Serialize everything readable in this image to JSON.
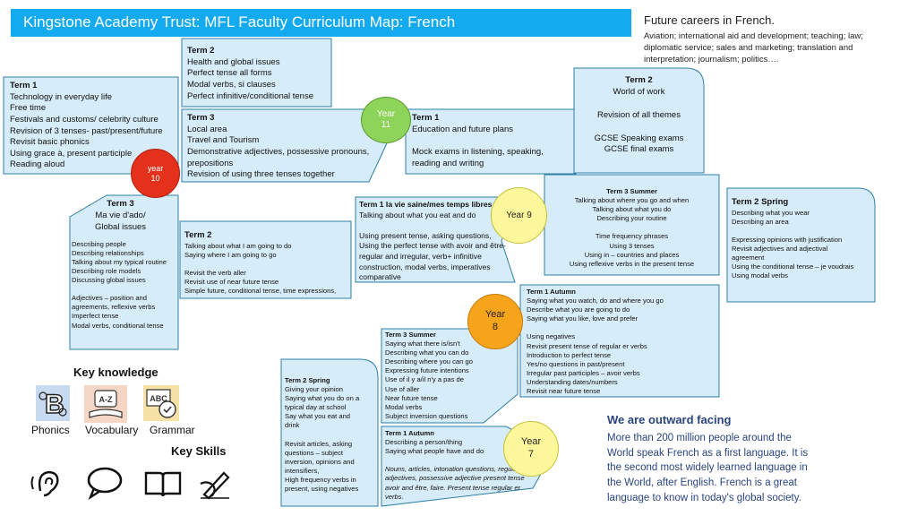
{
  "title": "Kingstone Academy Trust: MFL Faculty Curriculum Map: French",
  "careers": {
    "title": "Future careers in French.",
    "lines": [
      "Aviation;  international aid and development; teaching; law;",
      "diplomatic service; sales and marketing; translation and",
      "interpretation; journalism; politics…."
    ]
  },
  "colors": {
    "title_bar": "#14aaf0",
    "box_fill": "#d6ecf8",
    "box_border": "#2e7ea8",
    "year_green": "#8ed35a",
    "year_orange": "#f7a41d",
    "year_red": "#e3311c",
    "year_yellow": "#fdf79c",
    "outward_text": "#2a4480"
  },
  "year10": {
    "circle": [
      "year",
      "10"
    ],
    "term1": {
      "heading": "Term 1",
      "lines": [
        "Technology in everyday life",
        "Free time",
        "Festivals and customs/ celebrity culture",
        "Revision of 3 tenses- past/present/future",
        "Revisit basic phonics",
        "Using grace à, present participle",
        "Reading aloud"
      ]
    },
    "term2": {
      "heading": "Term 2",
      "lines": [
        "Health and global issues",
        "Perfect tense all forms",
        "Modal verbs, si clauses",
        "Perfect infinitive/conditional tense"
      ]
    },
    "term3": {
      "heading": "Term 3",
      "lines": [
        "Local area",
        "Travel and Tourism",
        "Demonstrative adjectives, possessive pronouns,",
        "prepositions",
        "Revision of using three tenses together"
      ]
    }
  },
  "year11": {
    "circle": [
      "Year",
      "11"
    ],
    "term1": {
      "heading": "Term 1",
      "lines": [
        "Education and future plans",
        "",
        "Mock exams in listening, speaking,",
        "reading and writing"
      ]
    },
    "term2": {
      "heading": "Term 2",
      "lines": [
        "World of work",
        "",
        "Revision of all themes",
        "",
        "GCSE Speaking exams",
        "GCSE final exams"
      ]
    }
  },
  "year9": {
    "circle": [
      "Year 9"
    ],
    "term1": {
      "heading": "Term 1 la vie saine/mes temps libres",
      "lines": [
        "Talking about what you eat and do",
        "",
        "Using present tense, asking questions,",
        "Using the perfect tense with avoir and être-",
        "regular and irregular, verb+ infinitive",
        "construction, modal verbs, imperatives",
        "comparative"
      ]
    },
    "term2": {
      "heading": "Term 2",
      "lines": [
        "Talking about what I am going to do",
        "Saying where I am going to go",
        "",
        "Revisit the verb aller",
        "Revisit use of near future tense",
        "Simple future, conditional tense, time expressions,"
      ]
    },
    "term3": {
      "heading": "Term 3",
      "lines": [
        "Ma vie d'ado/",
        "Global issues"
      ],
      "details": [
        "Describing people",
        "Describing relationships",
        "Talking about my typical routine",
        "Describing role models",
        "Discussing global issues",
        "",
        "Adjectives – position and",
        "agreements, reflexive verbs",
        "Imperfect tense",
        "Modal verbs, conditional tense"
      ]
    }
  },
  "year8": {
    "circle": [
      "Year",
      "8"
    ],
    "term1": {
      "heading": "Term 1 Autumn",
      "lines": [
        "Saying what you watch, do and where you go",
        "Describe what you are going to do",
        "Saying what you like, love and prefer",
        "",
        "Using negatives",
        "Revisit present tense of regular er verbs",
        "Introduction to perfect tense",
        "Yes/no questions in past/present",
        "Irregular past participles – avoir verbs",
        "Understanding dates/numbers",
        "Revisit near future tense"
      ]
    },
    "term2": {
      "heading": "Term 2 Spring",
      "lines": [
        "Describing what you wear",
        "Describing an area",
        "",
        "Expressing opinions with justification",
        "Revisit adjectives and adjectival",
        "agreement",
        "Using the conditional tense – je voudrais",
        "Using modal verbs"
      ]
    },
    "term3": {
      "heading": "Term 3 Summer",
      "lines": [
        "Talking about where you go and when",
        "Talking about what you do",
        "Describing your routine",
        "",
        "Time frequency phrases",
        "Using 3 tenses",
        "Using in – countries and places",
        "Using reflexive verbs in the present tense"
      ]
    }
  },
  "year7": {
    "circle": [
      "Year",
      "7"
    ],
    "term1": {
      "heading": "Term 1 Autumn",
      "lines": [
        "Describing a person/thing",
        "Saying what people have and do"
      ],
      "italic": [
        "Nouns, articles, intonation questions, regular",
        "adjectives, possessive adjective present tense",
        "avoir and être, faire. Present tense regular er",
        "verbs."
      ]
    },
    "term2": {
      "heading": "Term 2 Spring",
      "lines": [
        "Giving your opinion",
        "Saying what you do on a",
        "typical day at school",
        "Say what you eat and",
        "drink",
        "",
        "Revisit articles, asking",
        "questions – subject",
        "inversion, opinions and",
        "intensifiers,",
        "High frequency verbs in",
        "present, using negatives"
      ]
    },
    "term3": {
      "heading": "Term 3 Summer",
      "lines": [
        "Saying what there is/isn't",
        "Describing what you can do",
        "Describing where you can go",
        "Expressing future intentions",
        "Use of il y a/il n'y a pas de",
        "Use of aller",
        "Near future tense",
        "Modal verbs",
        "Subject inversion questions"
      ]
    }
  },
  "key_knowledge": {
    "title": "Key knowledge",
    "items": [
      {
        "label": "Phonics",
        "icon": "phonics-b-icon"
      },
      {
        "label": "Vocabulary",
        "icon": "vocabulary-book-icon",
        "glyph": "A-Z"
      },
      {
        "label": "Grammar",
        "icon": "grammar-check-icon",
        "glyph": "ABC"
      }
    ]
  },
  "key_skills": {
    "title": "Key Skills",
    "icons": [
      "listening-ear-icon",
      "speaking-bubble-icon",
      "reading-book-icon",
      "writing-hand-icon"
    ]
  },
  "outward": {
    "title": "We are outward facing",
    "lines": [
      "More than 200 million people around the",
      "World speak French as a first language. It is",
      "the second most widely learned language in",
      "the World, after English. French is a great",
      "language to know in today's global society."
    ]
  }
}
